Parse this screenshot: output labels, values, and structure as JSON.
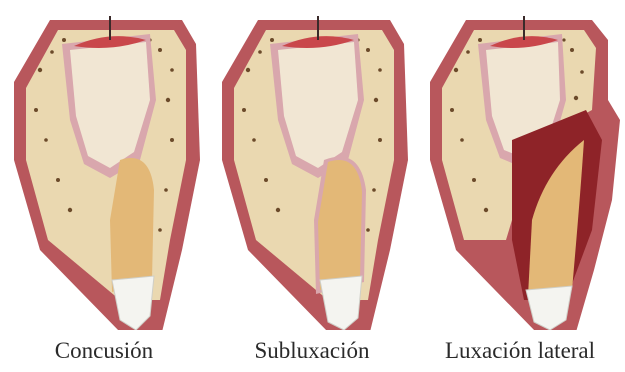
{
  "panels": [
    {
      "label": "Concusión",
      "condition": "concussion"
    },
    {
      "label": "Subluxación",
      "condition": "subluxation"
    },
    {
      "label": "Luxación lateral",
      "condition": "lateral-luxation"
    }
  ],
  "colors": {
    "gum": "#b8575c",
    "gum_dark": "#8f3a40",
    "ligament": "#d9a7ad",
    "bone": "#ead8b0",
    "crown_tissue": "#f1e6d3",
    "root": "#e3b877",
    "enamel": "#f4f4f0",
    "pulp": "#c9474b",
    "blood": "#8e2328"
  }
}
